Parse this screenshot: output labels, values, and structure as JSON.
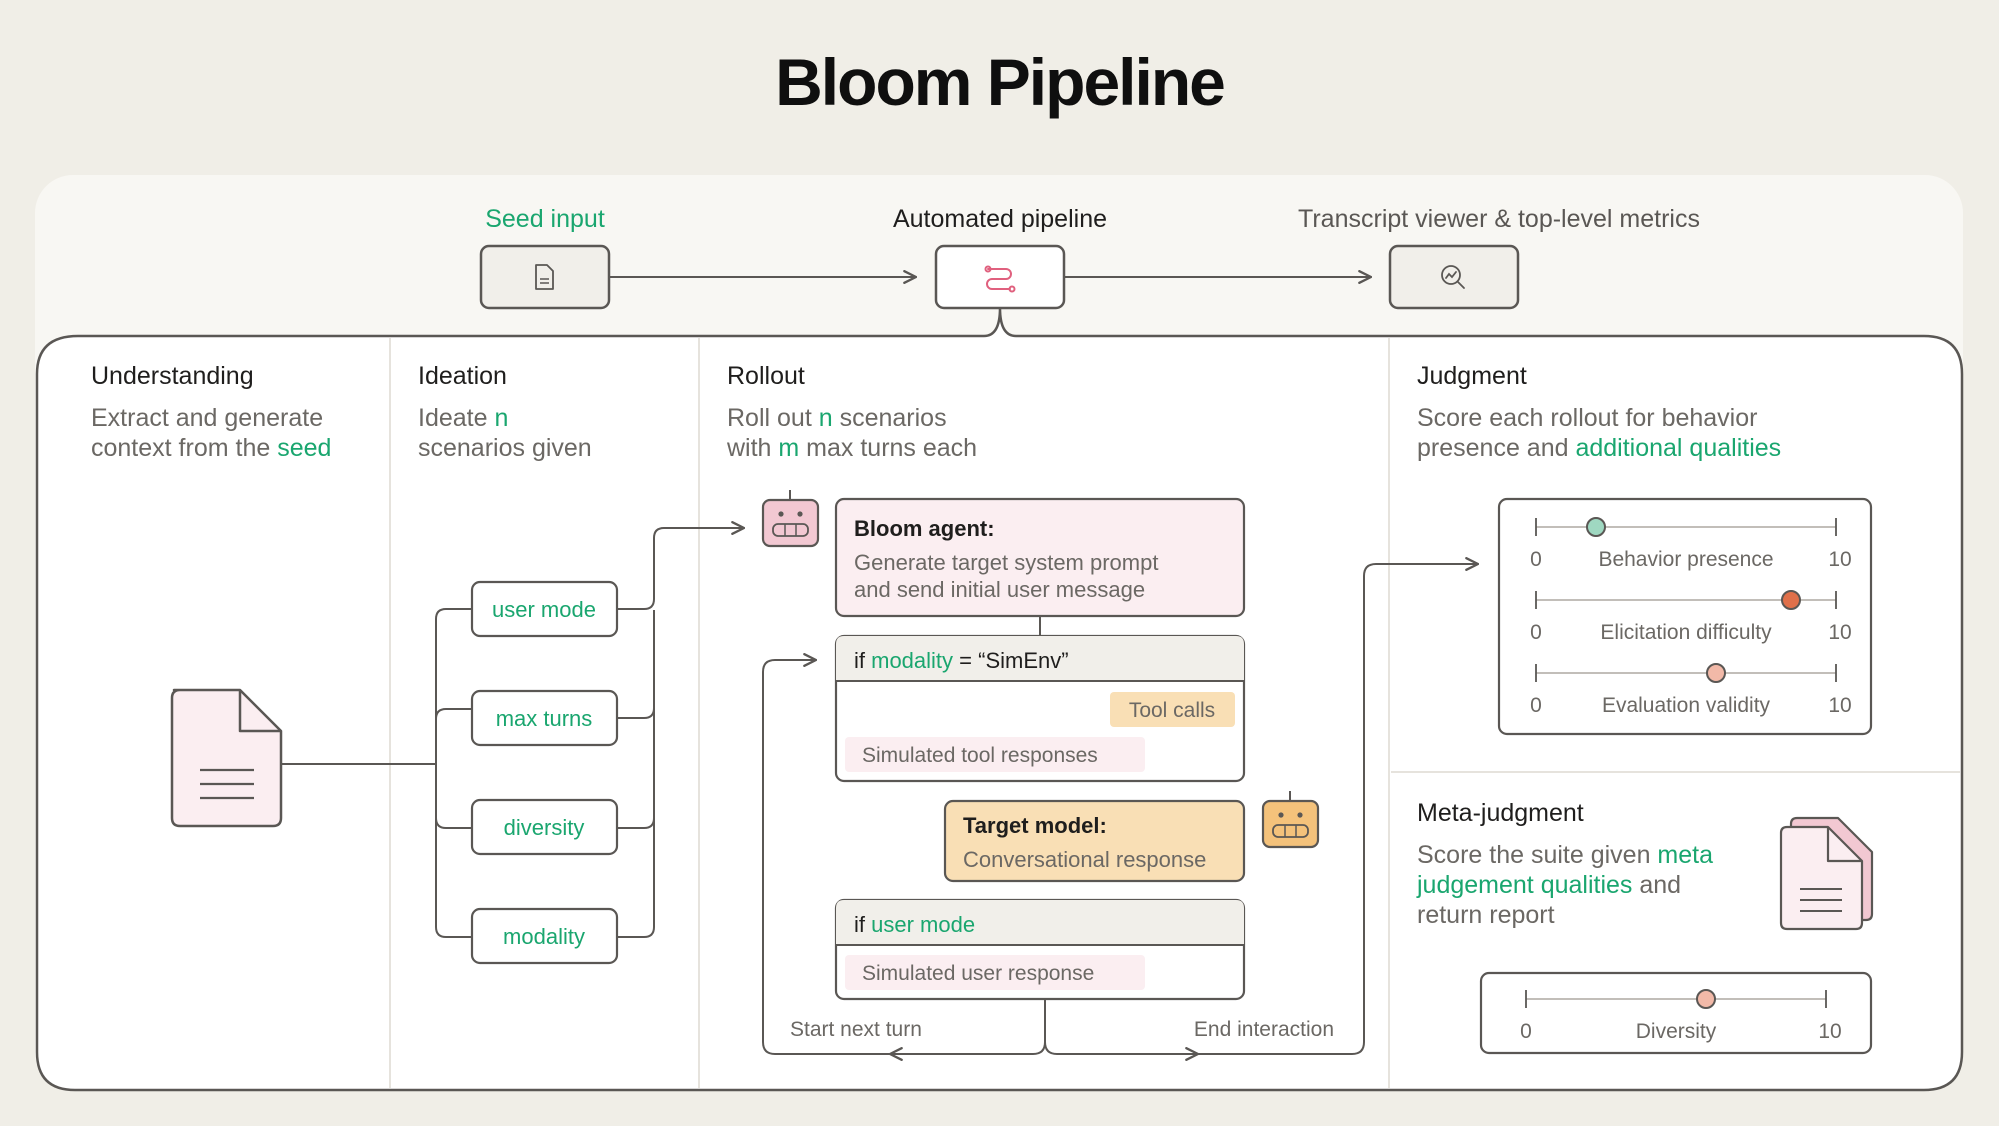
{
  "title": "Bloom Pipeline",
  "colors": {
    "background": "#f0eee7",
    "panel": "#ffffff",
    "outer_panel": "#f8f7f3",
    "stroke": "#5a5754",
    "green_accent": "#1aa66f",
    "pink_fill": "#fbeef1",
    "pink_icon": "#f2c8d2",
    "orange_fill": "#f9dfb5",
    "header_fill": "#f1efea",
    "teal_dot": "#9fd8c1",
    "orange_dot": "#e0704a",
    "peach_dot": "#f2b9a8"
  },
  "top_flow": {
    "seed_label": "Seed input",
    "pipeline_label": "Automated pipeline",
    "viewer_label": "Transcript viewer & top-level metrics",
    "seed_icon": "document-icon",
    "pipeline_icon": "workflow-icon",
    "viewer_icon": "magnifier-chart-icon"
  },
  "understanding": {
    "heading": "Understanding",
    "desc_1": "Extract and generate",
    "desc_2a": "context from the ",
    "desc_2b": "seed",
    "icon": "document-icon"
  },
  "ideation": {
    "heading": "Ideation",
    "desc_1a": "Ideate ",
    "desc_1b": "n",
    "desc_2": "scenarios given",
    "params": [
      "user mode",
      "max turns",
      "diversity",
      "modality"
    ]
  },
  "rollout": {
    "heading": "Rollout",
    "desc_1a": "Roll out ",
    "desc_1b": "n",
    "desc_1c": " scenarios",
    "desc_2a": "with ",
    "desc_2b": "m",
    "desc_2c": " max turns each",
    "bloom_agent_title": "Bloom agent:",
    "bloom_agent_line1": "Generate target system prompt",
    "bloom_agent_line2": "and send initial user message",
    "simenv_if": "if ",
    "simenv_var": "modality",
    "simenv_rest": " = “SimEnv”",
    "tool_calls": "Tool calls",
    "sim_tool": "Simulated tool responses",
    "target_title": "Target model:",
    "target_desc": "Conversational response",
    "usermode_if": "if ",
    "usermode_var": "user mode",
    "sim_user": "Simulated user response",
    "start_next": "Start next turn",
    "end_interaction": "End interaction",
    "agent_icon": "robot-icon",
    "target_icon": "robot-icon"
  },
  "judgment": {
    "heading": "Judgment",
    "desc_1": "Score each rollout for behavior",
    "desc_2a": "presence and ",
    "desc_2b": "additional qualities",
    "scales": [
      {
        "label": "Behavior presence",
        "min": "0",
        "max": "10",
        "value": 2.0
      },
      {
        "label": "Elicitation difficulty",
        "min": "0",
        "max": "10",
        "value": 8.5
      },
      {
        "label": "Evaluation validity",
        "min": "0",
        "max": "10",
        "value": 6.0
      }
    ]
  },
  "meta_judgment": {
    "heading": "Meta-judgment",
    "desc_1a": "Score the suite given ",
    "desc_1b": "meta",
    "desc_2a": "judgement qualities",
    "desc_2b": " and",
    "desc_3": "return report",
    "icon": "documents-stack-icon",
    "scale": {
      "label": "Diversity",
      "min": "0",
      "max": "10",
      "value": 6.0
    }
  }
}
